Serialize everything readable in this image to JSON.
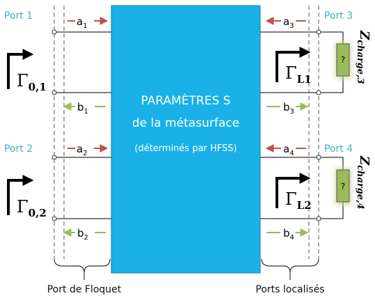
{
  "center_block": {
    "title": "PARAMÈTRES S",
    "subtitle": "de la métasurface",
    "note": "(déterminés par HFSS)"
  },
  "ports": {
    "port1": "Port 1",
    "port2": "Port 2",
    "port3": "Port 3",
    "port4": "Port 4"
  },
  "waves": {
    "a1": "a",
    "a1_sub": "1",
    "b1": "b",
    "b1_sub": "1",
    "a2": "a",
    "a2_sub": "2",
    "b2": "b",
    "b2_sub": "2",
    "a3": "a",
    "a3_sub": "3",
    "b3": "b",
    "b3_sub": "3",
    "a4": "a",
    "a4_sub": "4",
    "b4": "b",
    "b4_sub": "4"
  },
  "reflection": {
    "g01": "Γ",
    "g01_sub": "0,1",
    "g02": "Γ",
    "g02_sub": "0,2",
    "gl1": "Γ",
    "gl1_sub": "L1",
    "gl2": "Γ",
    "gl2_sub": "L2"
  },
  "loads": {
    "z3": "Z",
    "z3_sub": "charge,3",
    "z4": "Z",
    "z4_sub": "charge,4",
    "unknown": "?"
  },
  "captions": {
    "floquet": "Port de Floquet",
    "localized": "Ports localisés"
  },
  "colors": {
    "block": "#1ab0e8",
    "port_text": "#4aaccc",
    "incident_arrow": "#c0504d",
    "reflected_arrow": "#9bbb59",
    "load_fill": "#9bbb59"
  }
}
